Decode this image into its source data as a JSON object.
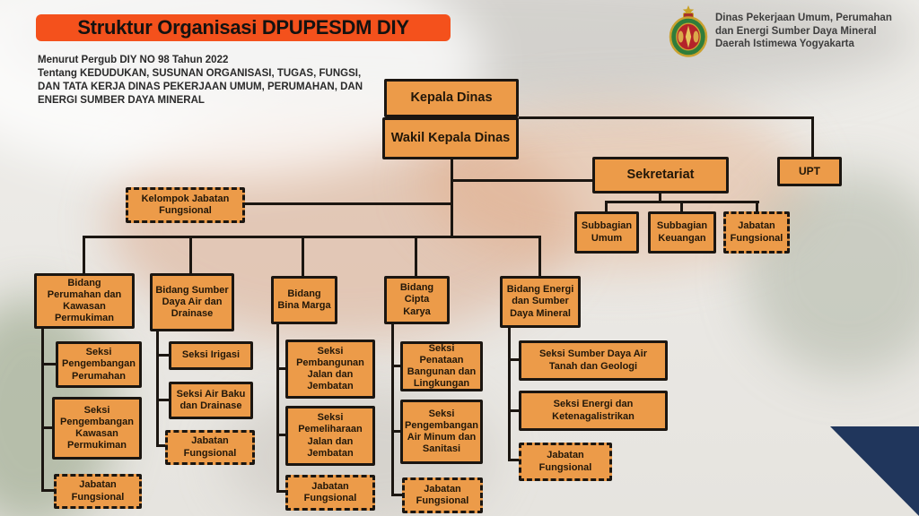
{
  "header": {
    "title": "Struktur Organisasi DPUPESDM DIY",
    "subtitle_lines": [
      "Menurut Pergub DIY NO 98 Tahun 2022",
      "Tentang KEDUDUKAN, SUSUNAN ORGANISASI, TUGAS, FUNGSI,",
      "DAN TATA KERJA DINAS PEKERJAAN UMUM, PERUMAHAN, DAN",
      "ENERGI SUMBER DAYA MINERAL"
    ],
    "agency": {
      "logo_icon": "diy-coat-of-arms-icon",
      "lines": [
        "Dinas Pekerjaan Umum, Perumahan",
        "dan Energi Sumber Daya Mineral",
        "Daerah Istimewa Yogyakarta"
      ]
    }
  },
  "colors": {
    "title_bg": "#F4511C",
    "box_fill": "#EC9B49",
    "box_border": "#1B1611",
    "accent_triangle": "#20365C"
  },
  "chart": {
    "kepala_dinas": "Kepala Dinas",
    "wakil_kepala_dinas": "Wakil Kepala Dinas",
    "upt": "UPT",
    "sekretariat": "Sekretariat",
    "sekretariat_children": [
      "Subbagian Umum",
      "Subbagian Keuangan",
      "Jabatan Fungsional"
    ],
    "kelompok_jabatan_fungsional": "Kelompok Jabatan Fungsional",
    "bidang": [
      {
        "label": "Bidang Perumahan dan Kawasan Permukiman",
        "children": [
          "Seksi Pengembangan Perumahan",
          "Seksi Pengembangan Kawasan Permukiman",
          "Jabatan Fungsional"
        ]
      },
      {
        "label": "Bidang Sumber Daya Air dan Drainase",
        "children": [
          "Seksi Irigasi",
          "Seksi Air Baku dan Drainase",
          "Jabatan Fungsional"
        ]
      },
      {
        "label": "Bidang Bina Marga",
        "children": [
          "Seksi Pembangunan Jalan dan Jembatan",
          "Seksi Pemeliharaan Jalan dan Jembatan",
          "Jabatan Fungsional"
        ]
      },
      {
        "label": "Bidang Cipta Karya",
        "children": [
          "Seksi Penataan Bangunan dan Lingkungan",
          "Seksi Pengembangan Air Minum dan Sanitasi",
          "Jabatan Fungsional"
        ]
      },
      {
        "label": "Bidang Energi dan Sumber Daya Mineral",
        "children": [
          "Seksi Sumber Daya Air Tanah dan Geologi",
          "Seksi Energi dan Ketenagalistrikan",
          "Jabatan Fungsional"
        ]
      }
    ]
  }
}
